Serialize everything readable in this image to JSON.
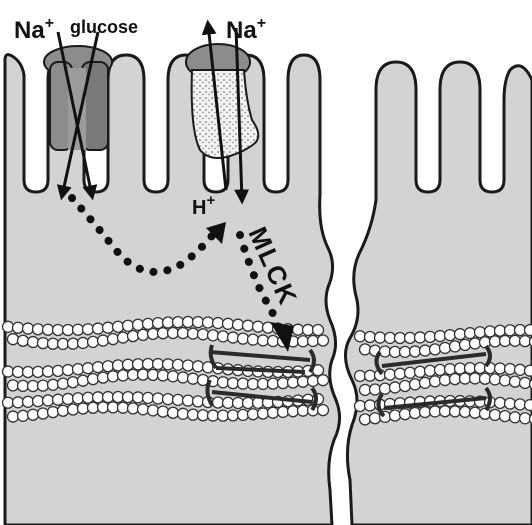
{
  "labels": {
    "na_left": "Na",
    "na_left_sup": "+",
    "glucose": "glucose",
    "na_right": "Na",
    "na_right_sup": "+",
    "h": "H",
    "h_sup": "+",
    "mlck": "MLCK"
  },
  "colors": {
    "background": "#ffffff",
    "cell_fill": "#d3d3d3",
    "cell_stroke": "#1a1a1a",
    "transporter_dark": "#8c8c8c",
    "transporter_light": "#f2f2f2",
    "actin_ring": "#2a2a2a",
    "arrow": "#111111"
  }
}
